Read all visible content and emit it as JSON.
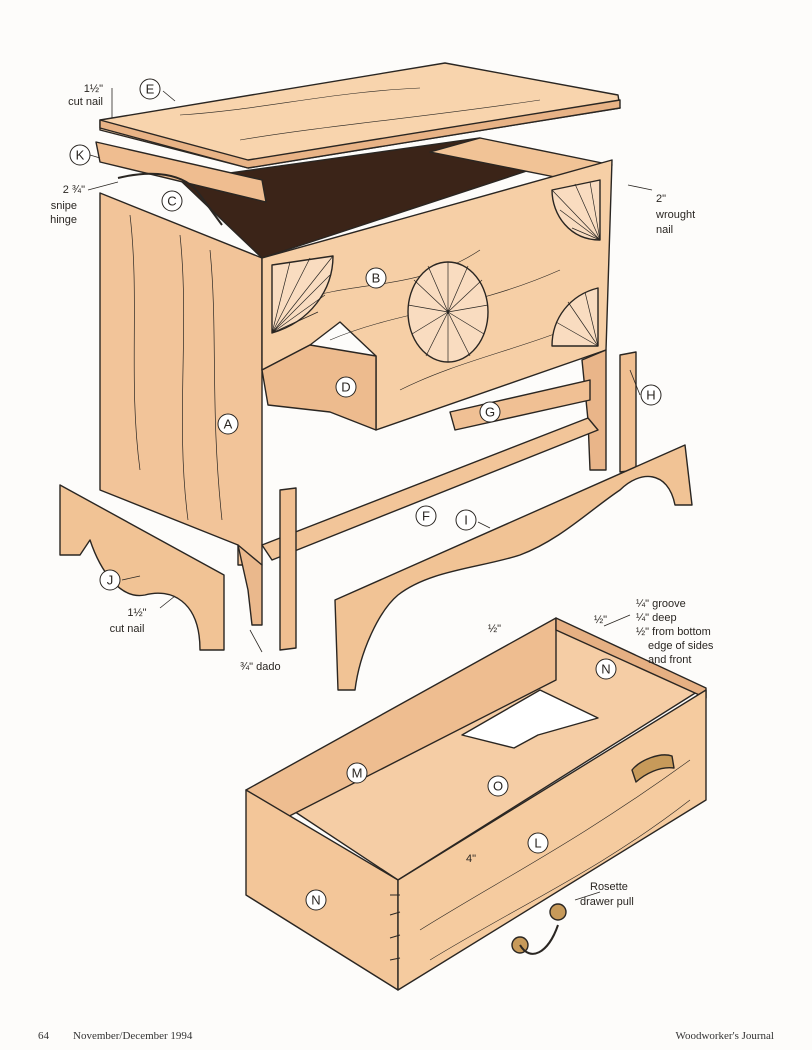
{
  "parts": [
    {
      "id": "part-A",
      "letter": "A"
    },
    {
      "id": "part-B",
      "letter": "B"
    },
    {
      "id": "part-C",
      "letter": "C"
    },
    {
      "id": "part-D",
      "letter": "D"
    },
    {
      "id": "part-E",
      "letter": "E"
    },
    {
      "id": "part-F",
      "letter": "F"
    },
    {
      "id": "part-G",
      "letter": "G"
    },
    {
      "id": "part-H",
      "letter": "H"
    },
    {
      "id": "part-I",
      "letter": "I"
    },
    {
      "id": "part-J",
      "letter": "J"
    },
    {
      "id": "part-K",
      "letter": "K"
    },
    {
      "id": "part-L",
      "letter": "L"
    },
    {
      "id": "part-M",
      "letter": "M"
    },
    {
      "id": "part-N-back",
      "letter": "N"
    },
    {
      "id": "part-N-front",
      "letter": "N"
    },
    {
      "id": "part-O",
      "letter": "O"
    }
  ],
  "notes": {
    "cut_nail_top": [
      "1½\"",
      "cut nail"
    ],
    "snipe_hinge": [
      "2 ¾\"",
      "snipe",
      "hinge"
    ],
    "wrought_nail": [
      "2\"",
      "wrought",
      "nail"
    ],
    "cut_nail_bottom": [
      "1½\"",
      "cut nail"
    ],
    "dado": "¾\" dado",
    "groove": [
      "¼\" groove",
      "¼\" deep",
      "½\" from bottom",
      "edge of sides",
      "and front"
    ],
    "half_inch_left": "½\"",
    "half_inch_right": "½\"",
    "four_inch": "4\"",
    "rosette": [
      "Rosette",
      "drawer pull"
    ]
  },
  "footer": {
    "page_number": "64",
    "issue_date": "November/December 1994",
    "magazine": "Woodworker's Journal"
  },
  "colors": {
    "wood": "#f4c9a0",
    "wood_light": "#f8d8b6",
    "wood_shade": "#e8b488",
    "interior_dark": "#3b2418",
    "line": "#2a2622"
  }
}
